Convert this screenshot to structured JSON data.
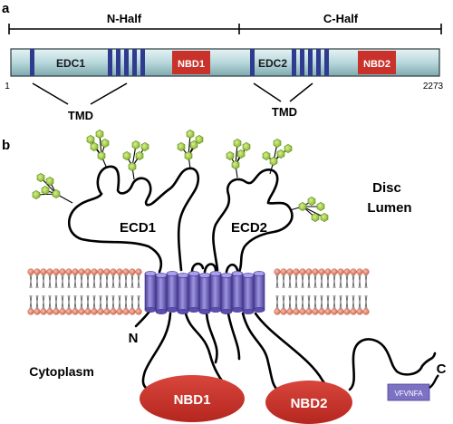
{
  "panel_a": {
    "label": "a",
    "n_half": "N-Half",
    "c_half": "C-Half",
    "edc1": "EDC1",
    "edc2": "EDC2",
    "nbd1": "NBD1",
    "nbd2": "NBD2",
    "start": "1",
    "end": "2273",
    "tmd_1": "TMD",
    "tmd_2": "TMD"
  },
  "panel_b": {
    "label": "b",
    "ecd1": "ECD1",
    "ecd2": "ECD2",
    "disc": "Disc",
    "lumen": "Lumen",
    "n_term": "N",
    "c_term": "C",
    "cytoplasm": "Cytoplasm",
    "nbd1": "NBD1",
    "nbd2": "NBD2",
    "motif": "VFVNFA"
  },
  "colors": {
    "bar_fill": "#b8d8dc",
    "tm_blue": "#2e3b8e",
    "nbd_red": "#c8322b",
    "glycan_green": "#9ccc3a",
    "lipid_head": "#e8836a",
    "helix_purple": "#7b72c4",
    "motif_box": "#7b72c4"
  }
}
